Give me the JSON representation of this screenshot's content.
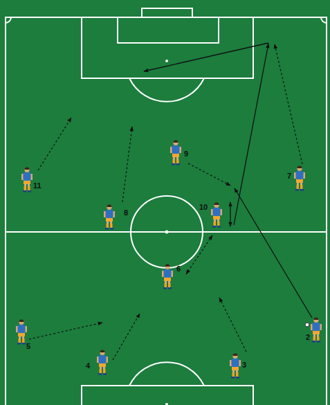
{
  "diagram": {
    "labels": [
      "9",
      "7",
      "11",
      "8",
      "10",
      "6",
      "5",
      "2",
      "4",
      "3"
    ]
  }
}
